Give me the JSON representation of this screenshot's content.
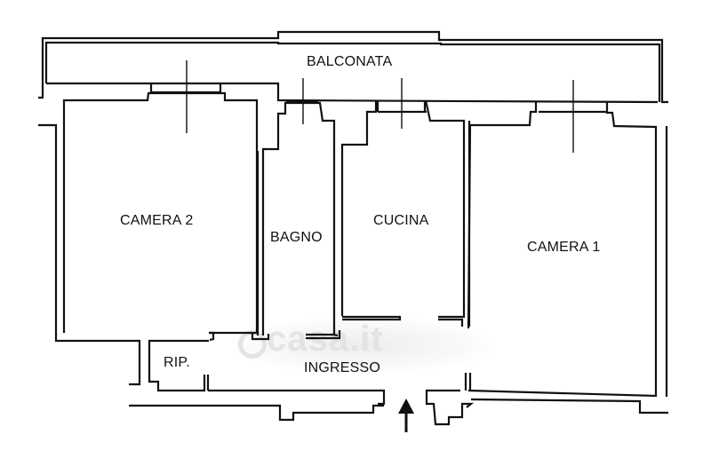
{
  "rooms": {
    "balconata": "BALCONATA",
    "camera2": "CAMERA 2",
    "bagno": "BAGNO",
    "cucina": "CUCINA",
    "camera1": "CAMERA 1",
    "rip": "RIP.",
    "ingresso": "INGRESSO"
  },
  "watermark": {
    "text": "casa.it"
  },
  "entrance": {
    "icon": "arrow-up-icon"
  }
}
